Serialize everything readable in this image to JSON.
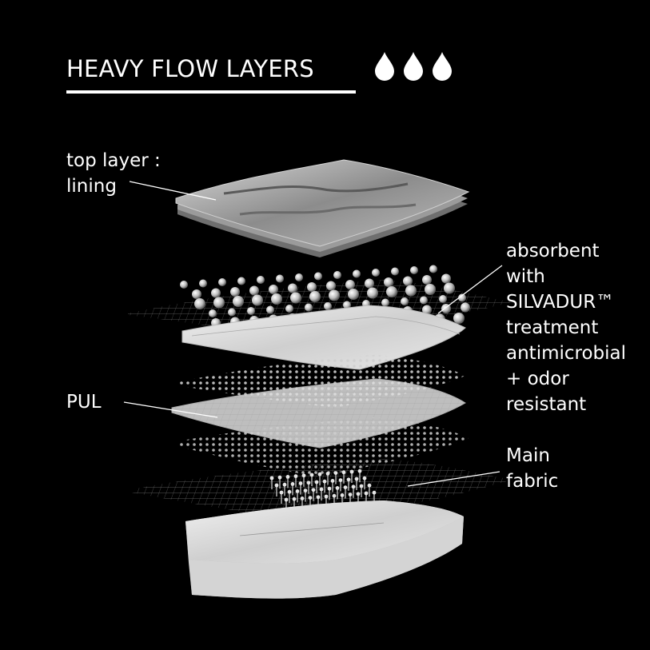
{
  "title": "HEAVY FLOW LAYERS",
  "flow_level_drops": 3,
  "labels": {
    "top_layer": [
      "top layer :",
      "lining"
    ],
    "absorbent": [
      "absorbent",
      "with",
      "SILVADUR™",
      "treatment",
      "antimicrobial",
      "+ odor",
      "resistant"
    ],
    "pul": [
      "PUL"
    ],
    "main_fabric": [
      "Main",
      "fabric"
    ]
  },
  "icons": {
    "drop": "water-drop-icon"
  },
  "colors": {
    "background": "#000000",
    "text": "#ffffff"
  }
}
